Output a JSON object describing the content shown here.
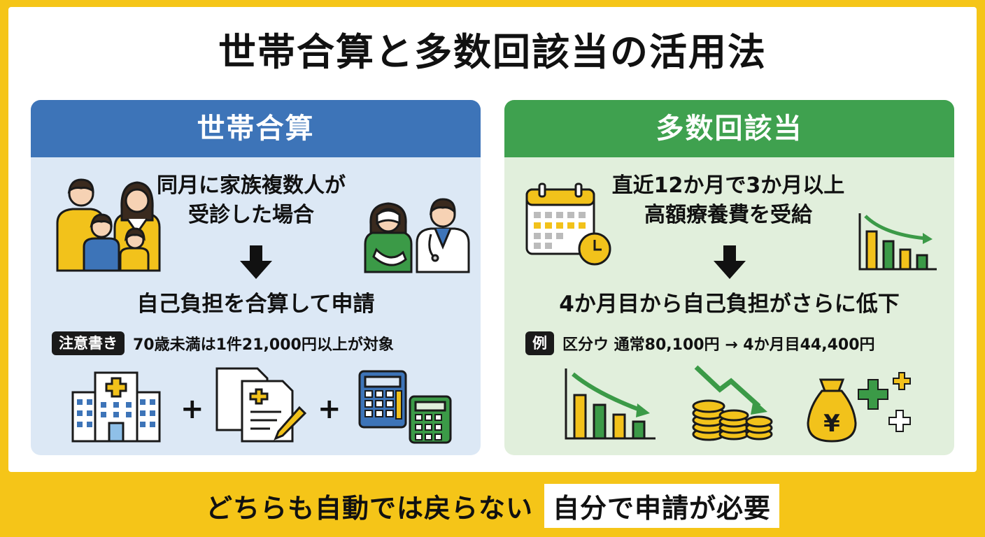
{
  "title": "世帯合算と多数回該当の活用法",
  "left_panel": {
    "header": "世帯合算",
    "condition_line1": "同月に家族複数人が",
    "condition_line2": "受診した場合",
    "result": "自己負担を合算して申請",
    "note_badge": "注意書き",
    "note_text": "70歳未満は1件21,000円以上が対象",
    "plus1": "+",
    "plus2": "+"
  },
  "right_panel": {
    "header": "多数回該当",
    "condition_line1": "直近12か月で3か月以上",
    "condition_line2": "高額療養費を受給",
    "result": "4か月目から自己負担がさらに低下",
    "example_badge": "例",
    "example_text": "区分ウ 通常80,100円 → 4か月目44,400円"
  },
  "footer": {
    "text": "どちらも自動では戻らない",
    "highlight": "自分で申請が必要"
  },
  "colors": {
    "frame_yellow": "#f5c518",
    "left_header_blue": "#3d74b8",
    "left_body": "#dce8f5",
    "right_header_green": "#3fa14f",
    "right_body": "#e1efdc",
    "icon_yellow": "#f2c21b",
    "icon_green": "#3b9a47"
  },
  "icons": {
    "left": [
      "family-icon",
      "patient-icon",
      "doctor-icon",
      "hospital-icon",
      "documents-icon",
      "calculator-icon"
    ],
    "right": [
      "calendar-icon",
      "clock-icon",
      "declining-bar-chart-icon",
      "coins-icon",
      "yen-bag-icon",
      "medical-cross-icon"
    ]
  }
}
